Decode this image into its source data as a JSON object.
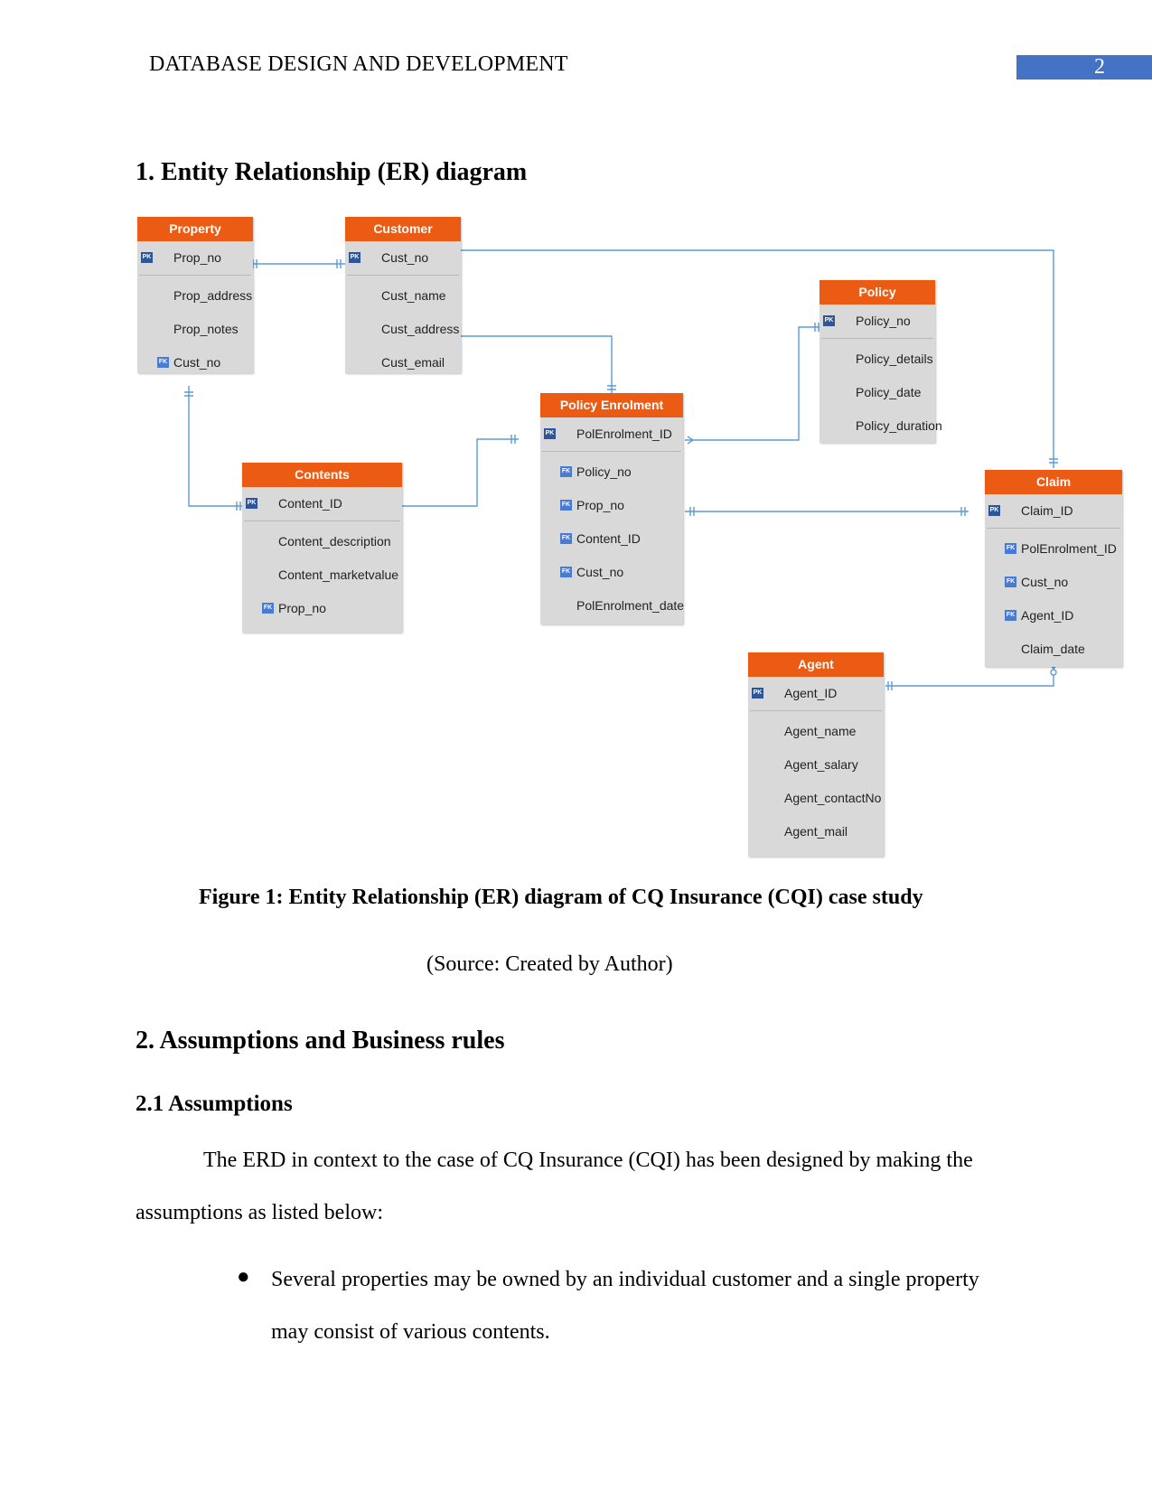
{
  "header": {
    "running_title": "DATABASE DESIGN AND DEVELOPMENT",
    "page_number": "2"
  },
  "section1": {
    "heading": "1. Entity Relationship (ER) diagram"
  },
  "erd": {
    "key_labels": {
      "pk": "PK",
      "fk": "FK"
    },
    "line_color": "#5b9bd5",
    "header_color": "#ec5b13",
    "entities": {
      "property": {
        "title": "Property",
        "pk": "Prop_no",
        "attrs": [
          "Prop_address",
          "Prop_notes"
        ],
        "fk": [
          "Cust_no"
        ]
      },
      "customer": {
        "title": "Customer",
        "pk": "Cust_no",
        "attrs": [
          "Cust_name",
          "Cust_address",
          "Cust_email"
        ]
      },
      "policy": {
        "title": "Policy",
        "pk": "Policy_no",
        "attrs": [
          "Policy_details",
          "Policy_date",
          "Policy_duration"
        ]
      },
      "enrolment": {
        "title": "Policy Enrolment",
        "pk": "PolEnrolment_ID",
        "fk": [
          "Policy_no",
          "Prop_no",
          "Content_ID",
          "Cust_no"
        ],
        "attrs": [
          "PolEnrolment_date"
        ]
      },
      "contents": {
        "title": "Contents",
        "pk": "Content_ID",
        "attrs": [
          "Content_description",
          "Content_marketvalue"
        ],
        "fk": [
          "Prop_no"
        ]
      },
      "claim": {
        "title": "Claim",
        "pk": "Claim_ID",
        "fk": [
          "PolEnrolment_ID",
          "Cust_no",
          "Agent_ID"
        ],
        "attrs": [
          "Claim_date"
        ]
      },
      "agent": {
        "title": "Agent",
        "pk": "Agent_ID",
        "attrs": [
          "Agent_name",
          "Agent_salary",
          "Agent_contactNo",
          "Agent_mail"
        ]
      }
    }
  },
  "figure": {
    "caption": "Figure 1: Entity Relationship (ER) diagram of CQ Insurance (CQI) case study",
    "source": "(Source: Created by Author)"
  },
  "section2": {
    "heading": "2. Assumptions and Business rules",
    "sub_heading": "2.1 Assumptions",
    "intro": "The ERD in context to the case of CQ Insurance (CQI) has been designed by making the assumptions as listed below:",
    "bullets": [
      "Several properties may be owned by an individual customer and a single property may consist of various contents."
    ]
  }
}
